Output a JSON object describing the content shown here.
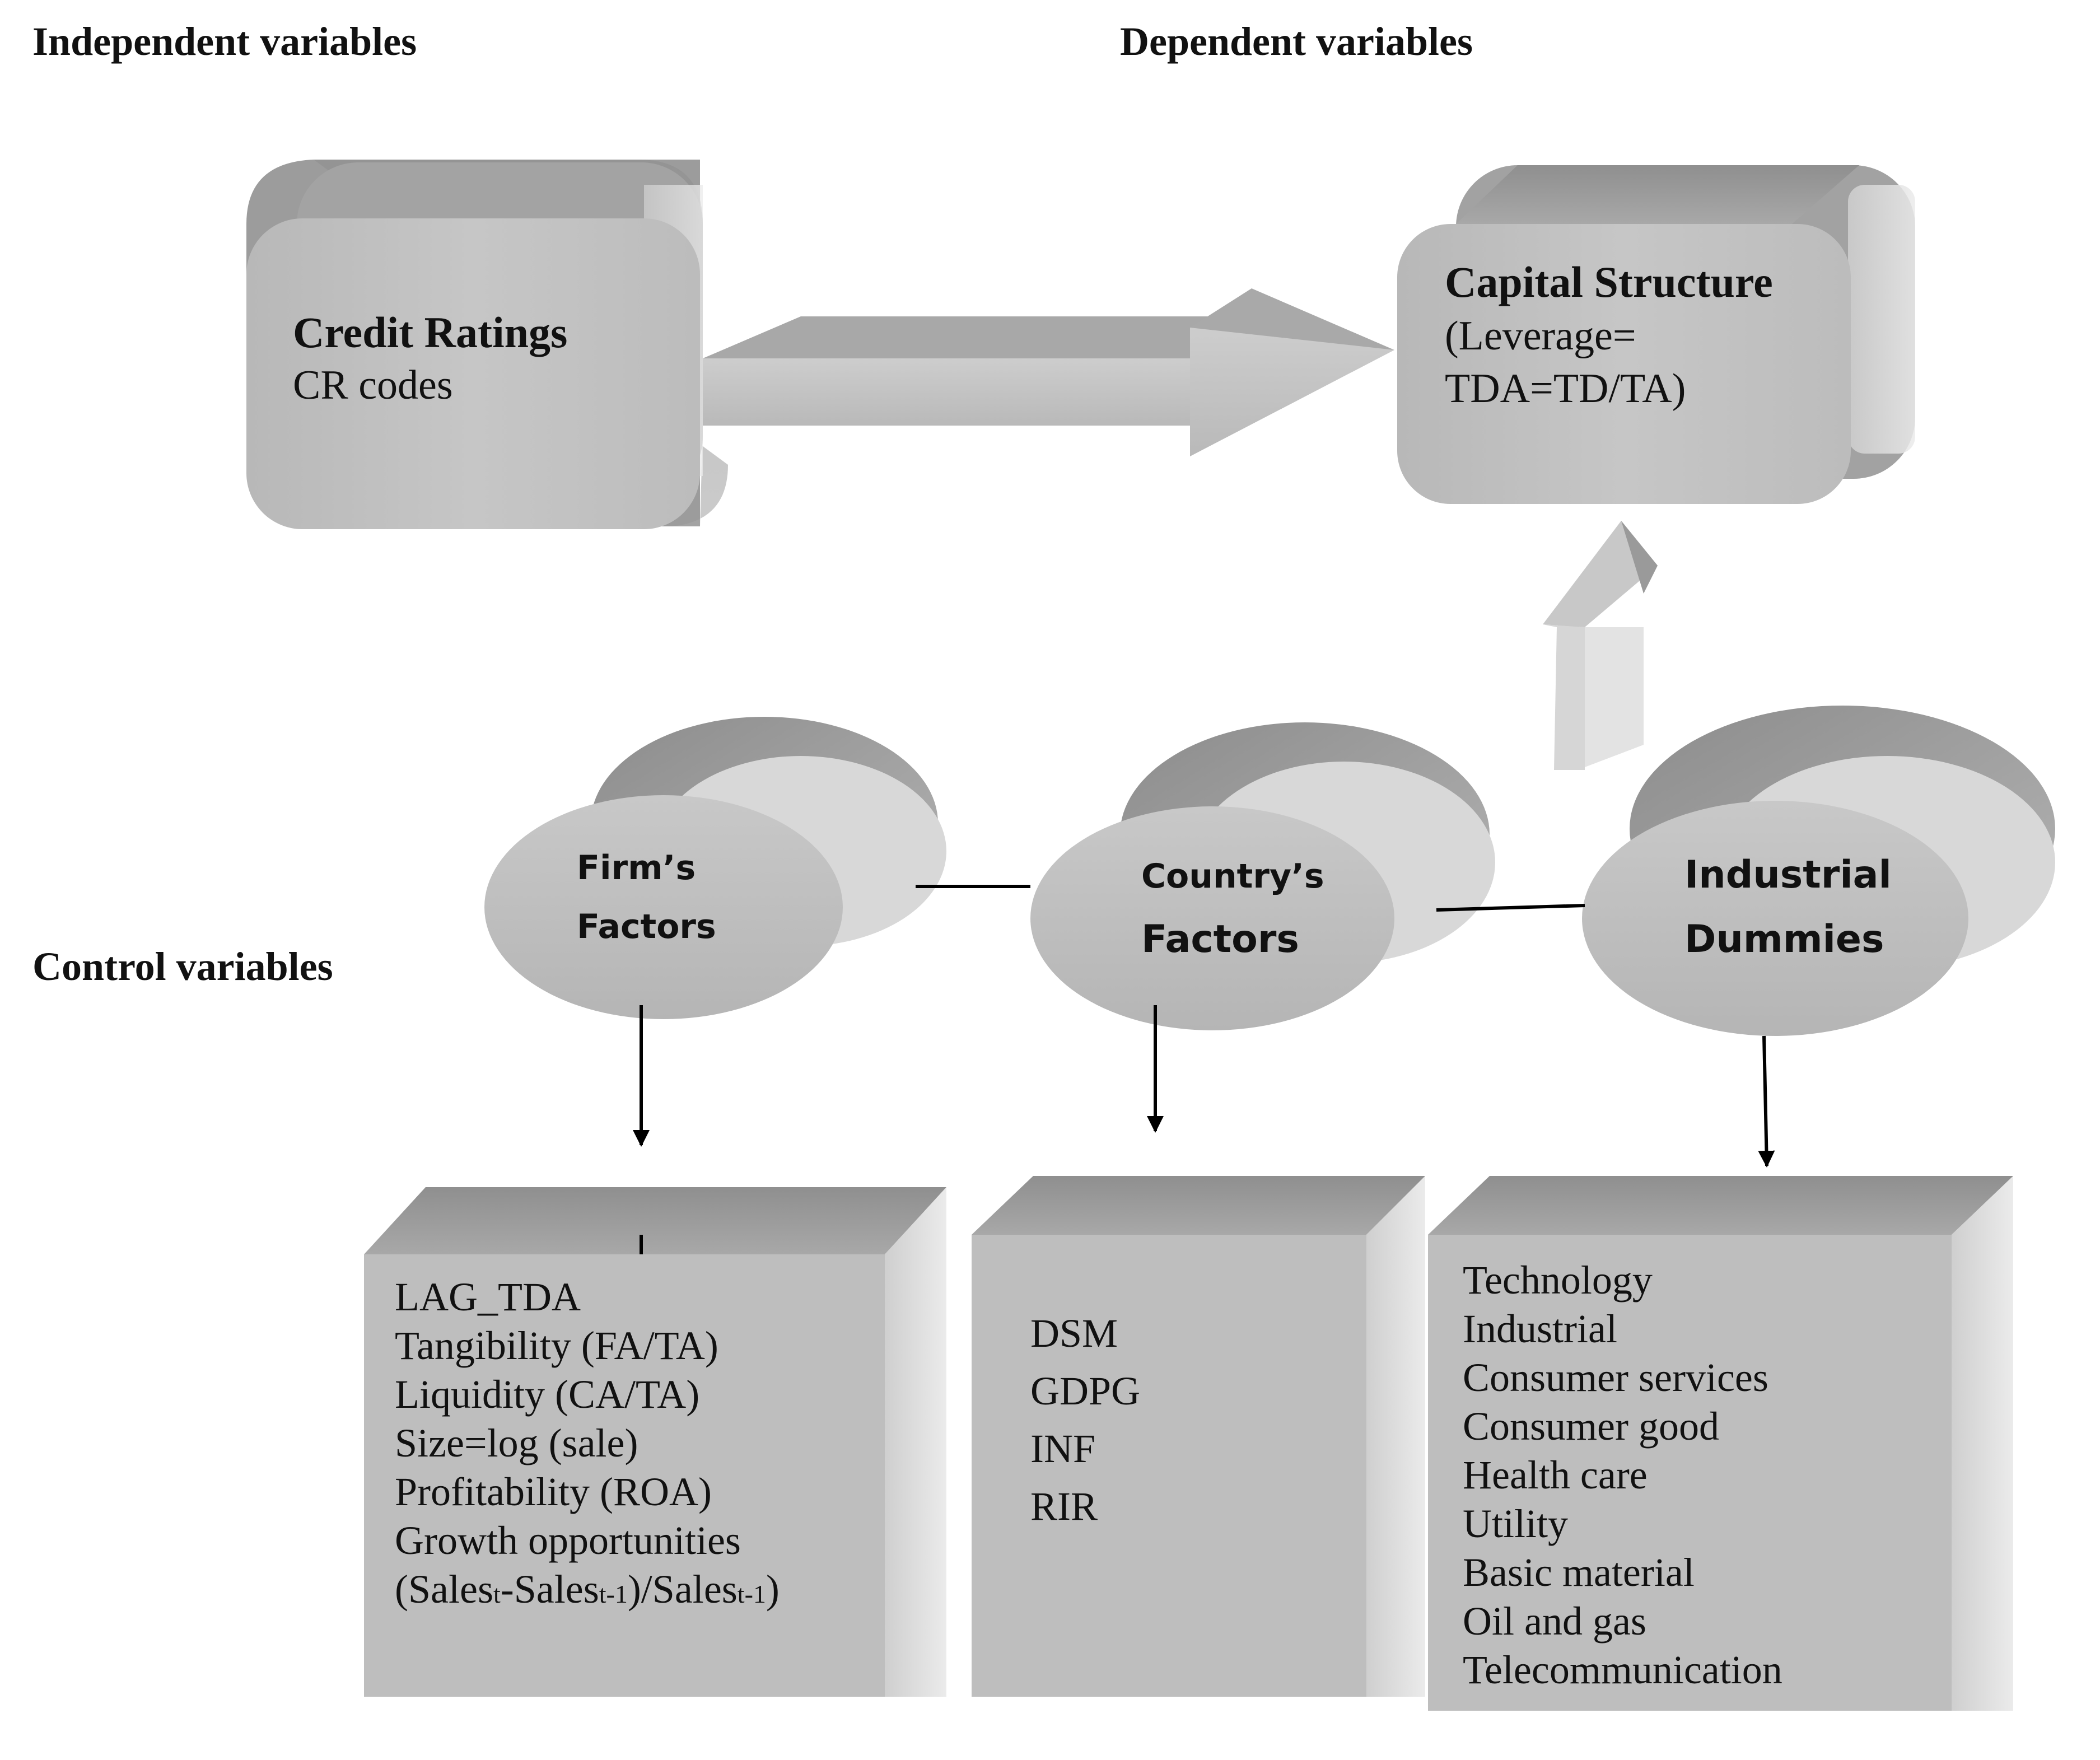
{
  "headings": {
    "independent": "Independent variables",
    "dependent": "Dependent variables",
    "control": "Control variables"
  },
  "credit_ratings": {
    "title": "Credit Ratings",
    "subtitle": "CR codes"
  },
  "capital_structure": {
    "title": "Capital Structure",
    "line1": "(Leverage=",
    "line2": "TDA=TD/TA)"
  },
  "ovals": {
    "firm": {
      "line1": "Firm’s",
      "line2": "Factors"
    },
    "country": {
      "line1": "Country’s",
      "line2": "Factors"
    },
    "industrial": {
      "line1": "Industrial",
      "line2": "Dummies"
    }
  },
  "firm_box": {
    "items": [
      "LAG_TDA",
      "Tangibility (FA/TA)",
      "Liquidity (CA/TA)",
      "Size=log (sale)",
      "Profitability (ROA)",
      "Growth opportunities"
    ],
    "formula": {
      "open": "(Sales",
      "sub1": "t",
      "mid": "-Sales",
      "sub2": "t-1",
      "close1": ")/Sales",
      "sub3": "t-1",
      "close2": ")"
    }
  },
  "country_box": {
    "items": [
      "DSM",
      "GDPG",
      "INF",
      "RIR"
    ]
  },
  "industry_box": {
    "items": [
      "Technology",
      "Industrial",
      "Consumer services",
      "Consumer good",
      "Health care",
      "Utility",
      "Basic material",
      "Oil and gas",
      "Telecommunication"
    ]
  }
}
